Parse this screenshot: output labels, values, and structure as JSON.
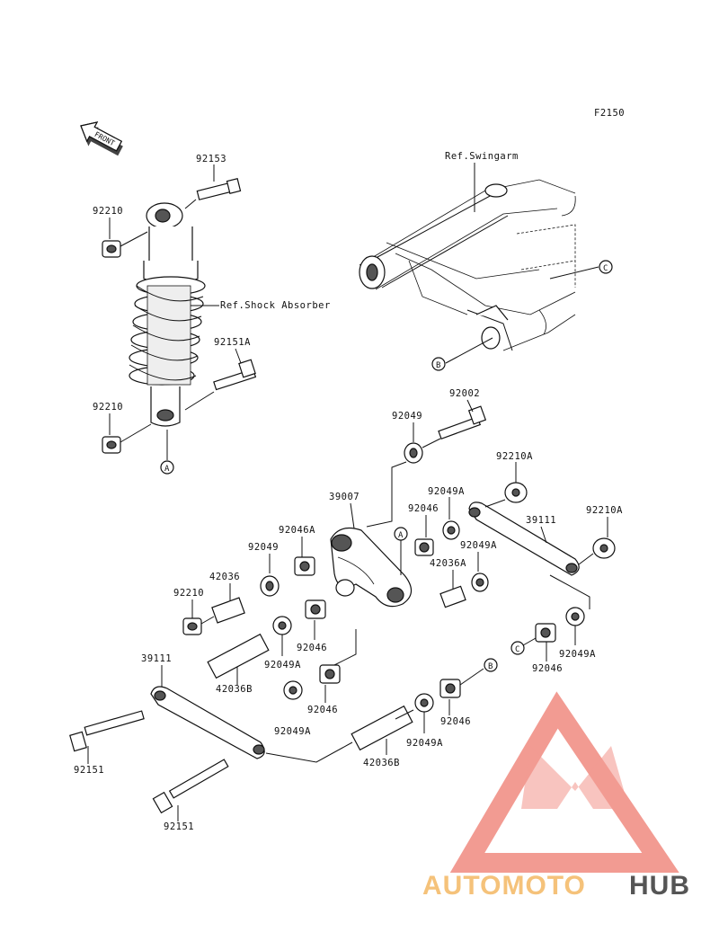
{
  "figure_code": "F2150",
  "front_label": "FRONT",
  "ref_labels": {
    "swingarm": "Ref.Swingarm",
    "shock_absorber": "Ref.Shock Absorber"
  },
  "callouts": {
    "a": "A",
    "b": "B",
    "c": "C"
  },
  "parts": {
    "p92153": "92153",
    "p92210_top": "92210",
    "p92151a": "92151A",
    "p92210_low": "92210",
    "p92002": "92002",
    "p92049_top": "92049",
    "p39007": "39007",
    "p92049a_top": "92049A",
    "p92046_top": "92046",
    "p92210a_top": "92210A",
    "p92046a": "92046A",
    "p39111_right": "39111",
    "p92210a_right": "92210A",
    "p92049_mid": "92049",
    "p92049a_mid": "92049A",
    "p42036": "42036",
    "p42036a": "42036A",
    "p92210_mid": "92210",
    "p92046_mid": "92046",
    "p92049a_right": "92049A",
    "p92046_right": "92046",
    "p39111_left": "39111",
    "p92049a_left": "92049A",
    "p42036b_left": "42036B",
    "p92046_low": "92046",
    "p92046_bottom": "92046",
    "p92049a_bottom": "92049A",
    "p92049a_link": "92049A",
    "p42036b_bottom": "42036B",
    "p92151_a": "92151",
    "p92151_b": "92151"
  },
  "watermark": {
    "text_a": "AUTOMOTO",
    "text_b": "HUB",
    "color_primary": "#f08a80",
    "color_secondary": "#f5c27a",
    "color_hub": "#555555"
  }
}
